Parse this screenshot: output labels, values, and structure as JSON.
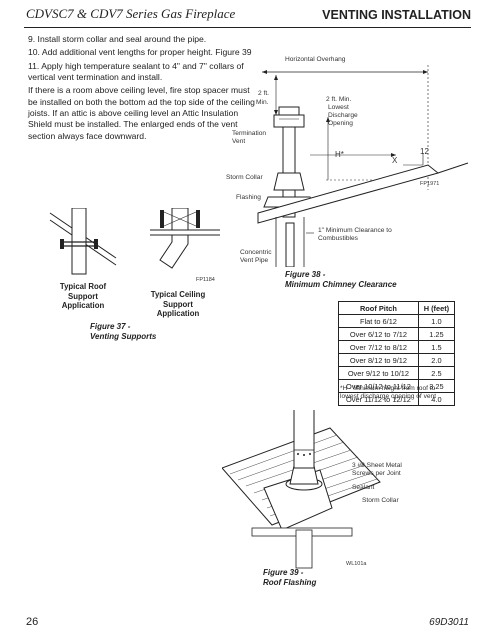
{
  "header": {
    "title": "CDVSC7 & CDV7 Series Gas Fireplace",
    "section": "VENTING INSTALLATION"
  },
  "instructions": [
    "9.  Install storm collar and seal around the pipe.",
    "10. Add additional vent lengths for proper height. Figure 39",
    "11. Apply high temperature sealant to 4\" and 7\" collars of vertical vent termination and install.",
    "If there is a room above ceiling level, fire stop spacer must be installed on both the bottom ad the top side of the ceiling joists. If an attic is above ceiling level an Attic Insulation Shield must be installed. The enlarged ends of the vent section always face downward."
  ],
  "fig38": {
    "horizontal_overhang": "Horizontal Overhang",
    "two_ft_min_left_1": "2 ft.",
    "two_ft_min_left_2": "Min.",
    "two_ft_min_right": "2 ft. Min.",
    "lowest_discharge_1": "Lowest",
    "lowest_discharge_2": "Discharge",
    "lowest_discharge_3": "Opening",
    "termination_vent_1": "Termination",
    "termination_vent_2": "Vent",
    "h_star": "H*",
    "x_label": "X",
    "twelve": "12",
    "fp_code": "FP1971",
    "storm_collar": "Storm Collar",
    "flashing": "Flashing",
    "min_clearance_1": "1\" Minimum Clearance to",
    "min_clearance_2": "Combustibles",
    "concentric_1": "Concentric",
    "concentric_2": "Vent Pipe",
    "caption_1": "Figure 38 -",
    "caption_2": "Minimum Chimney Clearance"
  },
  "fig37": {
    "roof_support_1": "Typical Roof",
    "roof_support_2": "Support",
    "roof_support_3": "Application",
    "ceiling_support_1": "Typical Ceiling",
    "ceiling_support_2": "Support",
    "ceiling_support_3": "Application",
    "fp_code": "FP1184",
    "caption_1": "Figure 37 -",
    "caption_2": "Venting Supports"
  },
  "pitch_table": {
    "headers": [
      "Roof Pitch",
      "H (feet)"
    ],
    "rows": [
      [
        "Flat to 6/12",
        "1.0"
      ],
      [
        "Over 6/12 to 7/12",
        "1.25"
      ],
      [
        "Over 7/12 to 8/12",
        "1.5"
      ],
      [
        "Over 8/12 to 9/12",
        "2.0"
      ],
      [
        "Over 9/12 to 10/12",
        "2.5"
      ],
      [
        "Over 10/12 to 11/12",
        "3.25"
      ],
      [
        "Over 11/12 to 12/12",
        "4.0"
      ]
    ],
    "footnote_1": "*H - Minimum height from roof to",
    "footnote_2": "lowest discharge opening of vent"
  },
  "fig39": {
    "screws_1": "3 #8 Sheet Metal",
    "screws_2": "Screws per Joint",
    "sealant": "Sealant",
    "storm_collar": "Storm Collar",
    "code": "WL101a",
    "caption_1": "Figure 39 -",
    "caption_2": "Roof Flashing"
  },
  "footer": {
    "page_number": "26",
    "doc_number": "69D3011"
  }
}
